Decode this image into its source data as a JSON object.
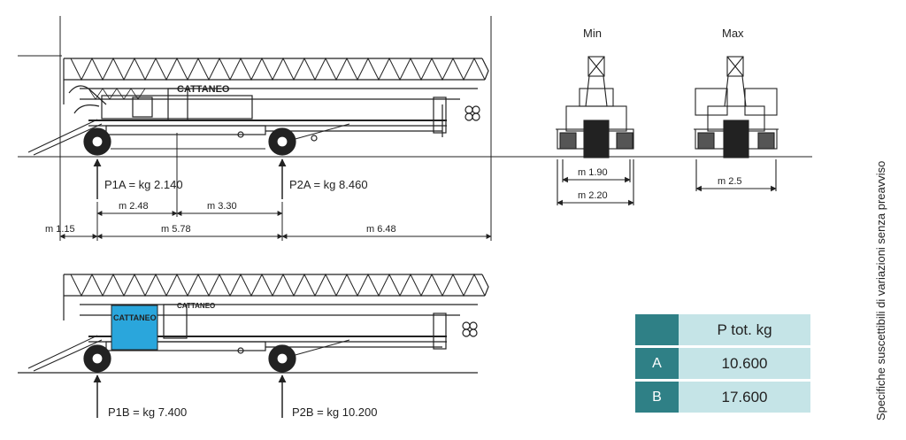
{
  "views": {
    "min_label": "Min",
    "max_label": "Max"
  },
  "loads": {
    "p1a": "P1A = kg 2.140",
    "p2a": "P2A = kg 8.460",
    "p1b": "P1B = kg 7.400",
    "p2b": "P2B = kg 10.200"
  },
  "dimensions": {
    "d248": "m 2.48",
    "d330": "m 3.30",
    "d115": "m 1.15",
    "d578": "m 5.78",
    "d648": "m 6.48",
    "d190": "m 1.90",
    "d220": "m 2.20",
    "d25": "m 2.5"
  },
  "brand": "CATTANEO",
  "table": {
    "header": "P tot. kg",
    "rows": [
      {
        "key": "A",
        "value": "10.600"
      },
      {
        "key": "B",
        "value": "17.600"
      }
    ],
    "colors": {
      "key_bg": "#2f8086",
      "value_bg": "#c5e4e7"
    }
  },
  "side_note": "Specifiche suscettibili di variazioni senza preavviso",
  "colors": {
    "ballast_blue": "#2aa6dc",
    "line": "#222222"
  }
}
